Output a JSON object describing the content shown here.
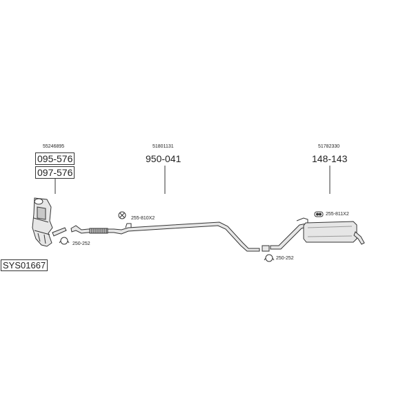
{
  "diagram": {
    "system_code": "SYS01667",
    "groups": [
      {
        "oem": "55246895",
        "parts": [
          "095-576",
          "097-576"
        ]
      },
      {
        "oem": "51801131",
        "parts": [
          "950-041"
        ]
      },
      {
        "oem": "51782330",
        "parts": [
          "148-143"
        ]
      }
    ],
    "accessories": [
      {
        "code": "250-252",
        "icon": "clamp-icon"
      },
      {
        "code": "255-810X2",
        "icon": "rubber-hanger-icon"
      },
      {
        "code": "250-252",
        "icon": "clamp-icon"
      },
      {
        "code": "255-811X2",
        "icon": "rubber-hanger-icon"
      }
    ],
    "colors": {
      "line": "#333333",
      "part_fill": "#e6e6e6",
      "part_shade": "#c8c8c8"
    }
  }
}
